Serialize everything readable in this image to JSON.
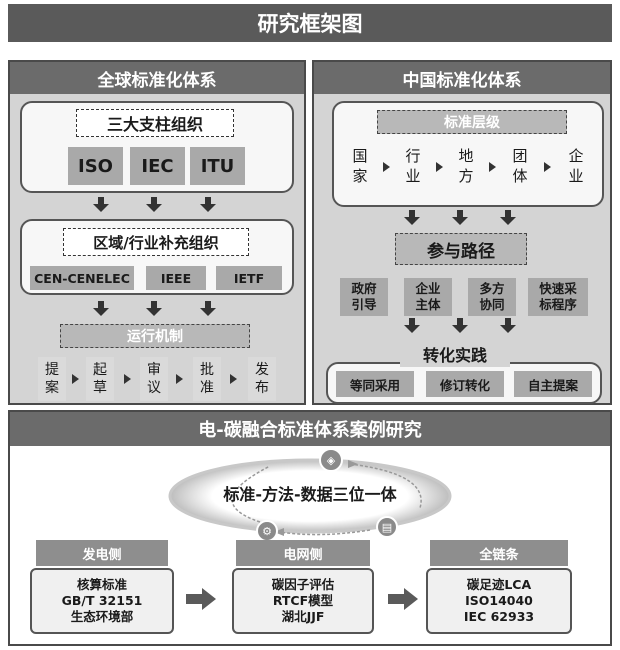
{
  "title": "研究框架图",
  "global": {
    "heading": "全球标准化体系",
    "pillars_title": "三大支柱组织",
    "pillars": [
      "ISO",
      "IEC",
      "ITU"
    ],
    "regional_title": "区域/行业补充组织",
    "regional": [
      "CEN-CENELEC",
      "IEEE",
      "IETF"
    ],
    "mechanism_title": "运行机制",
    "mechanism_steps": [
      "提\n案",
      "起\n草",
      "审\n议",
      "批\n准",
      "发\n布"
    ]
  },
  "china": {
    "heading": "中国标准化体系",
    "levels_title": "标准层级",
    "levels": [
      "国\n家",
      "行\n业",
      "地\n方",
      "团\n体",
      "企\n业"
    ],
    "paths_title": "参与路径",
    "paths": [
      "政府\n引导",
      "企业\n主体",
      "多方\n协同",
      "快速采\n标程序"
    ],
    "practice_title": "转化实践",
    "practices": [
      "等同采用",
      "修订转化",
      "自主提案"
    ]
  },
  "case": {
    "heading": "电-碳融合标准体系案例研究",
    "ring_label": "标准-方法-数据三位一体",
    "columns": [
      {
        "head": "发电侧",
        "lines": [
          "核算标准",
          "GB/T 32151",
          "生态环境部"
        ]
      },
      {
        "head": "电网侧",
        "lines": [
          "碳因子评估",
          "RTCF模型",
          "湖北JJF"
        ]
      },
      {
        "head": "全链条",
        "lines": [
          "碳足迹LCA",
          "ISO14040",
          "IEC 62933"
        ]
      }
    ]
  },
  "colors": {
    "dark": "#5a5a5a",
    "panel": "#d4d4d4",
    "box": "#a9a9a9"
  }
}
